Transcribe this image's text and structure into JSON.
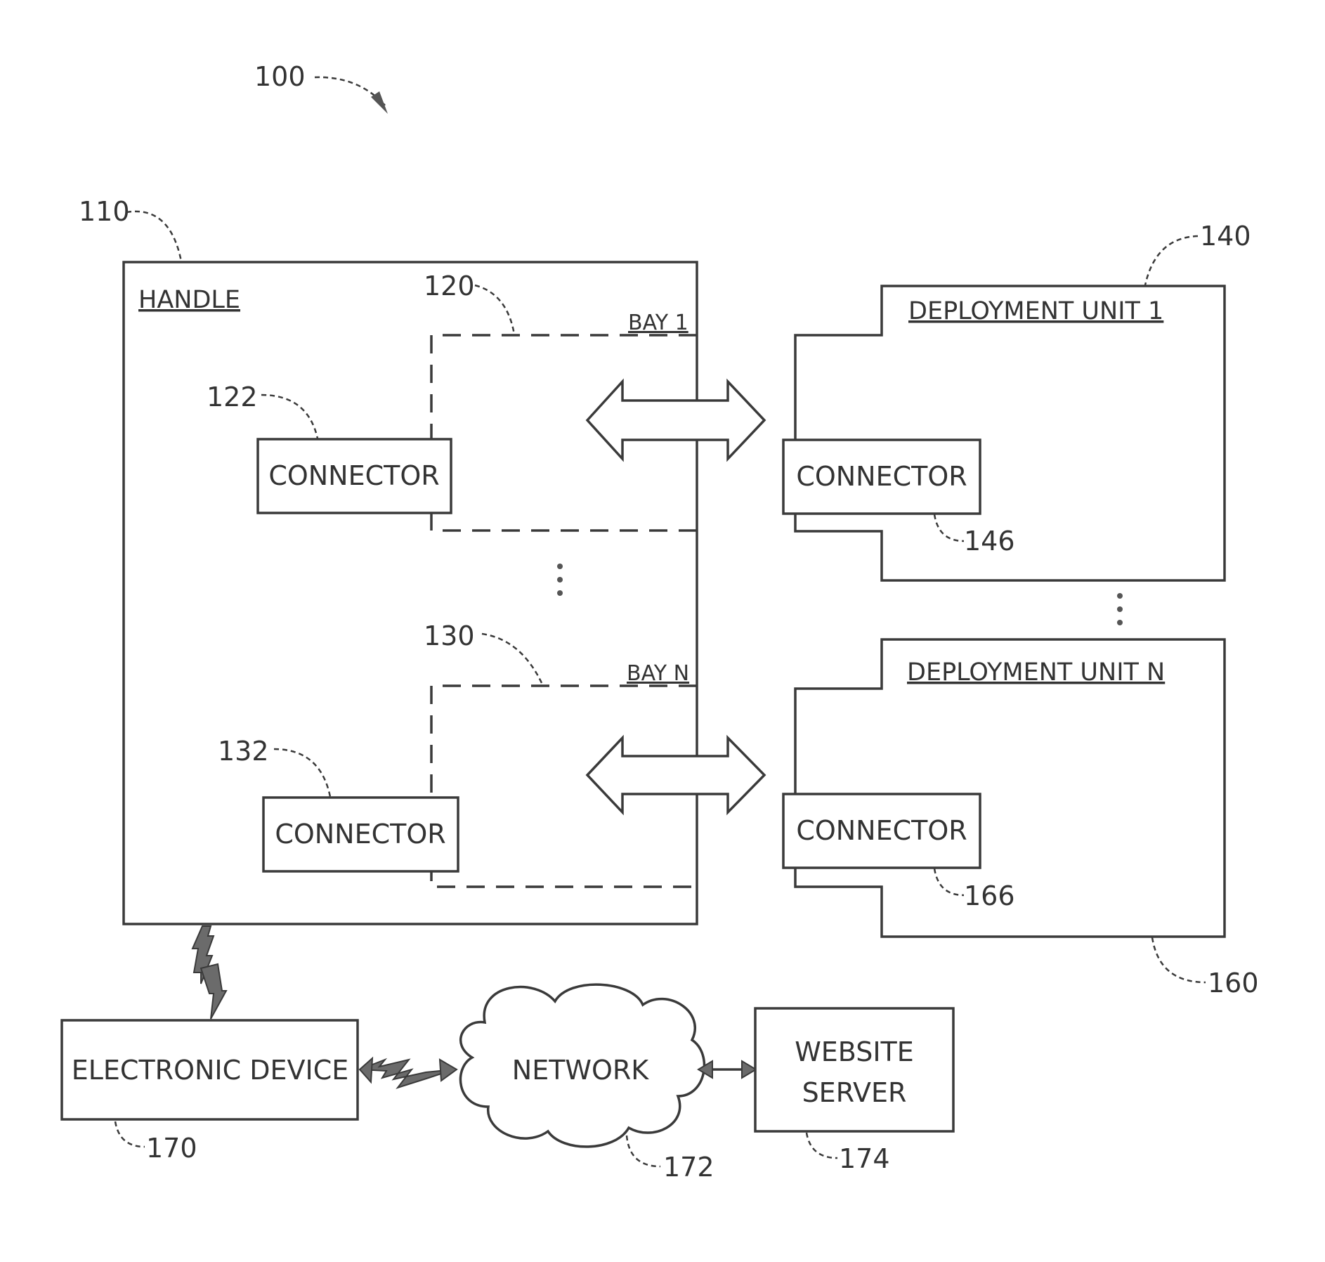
{
  "figure_ref": "100",
  "handle": {
    "ref": "110",
    "title": "HANDLE"
  },
  "bays": [
    {
      "ref": "120",
      "label": "BAY 1",
      "connector_ref": "122",
      "connector_label": "CONNECTOR"
    },
    {
      "ref": "130",
      "label": "BAY N",
      "connector_ref": "132",
      "connector_label": "CONNECTOR"
    }
  ],
  "deployment_units": [
    {
      "ref": "140",
      "title": "DEPLOYMENT UNIT 1",
      "connector_ref": "146",
      "connector_label": "CONNECTOR"
    },
    {
      "ref": "160",
      "title": "DEPLOYMENT UNIT N",
      "connector_ref": "166",
      "connector_label": "CONNECTOR"
    }
  ],
  "electronic_device": {
    "ref": "170",
    "label": "ELECTRONIC DEVICE"
  },
  "network": {
    "ref": "172",
    "label": "NETWORK"
  },
  "website_server": {
    "ref": "174",
    "label_line1": "WEBSITE",
    "label_line2": "SERVER"
  }
}
